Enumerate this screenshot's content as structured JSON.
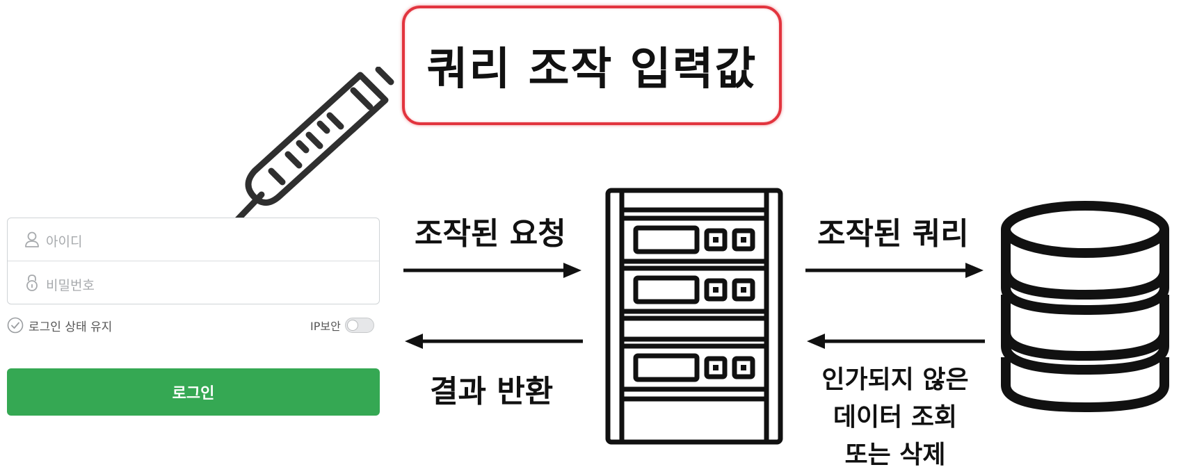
{
  "title": "쿼리 조작 입력값",
  "login_form": {
    "id_placeholder": "아이디",
    "pw_placeholder": "비밀번호",
    "keep_login_label": "로그인 상태 유지",
    "ip_security_label": "IP보안",
    "ip_security_on": false,
    "login_button_label": "로그인",
    "login_button_color": "#35a853"
  },
  "diagram": {
    "icons": [
      "syringe-icon",
      "server-rack-icon",
      "database-icon"
    ],
    "arrows": {
      "request_label": "조작된 요청",
      "query_label": "조작된 쿼리",
      "return_label": "결과 반환",
      "unauthorized_label_lines": [
        "인가되지 않은",
        "데이터 조회",
        "또는 삭제"
      ]
    },
    "title_border_color": "#e2343e"
  }
}
